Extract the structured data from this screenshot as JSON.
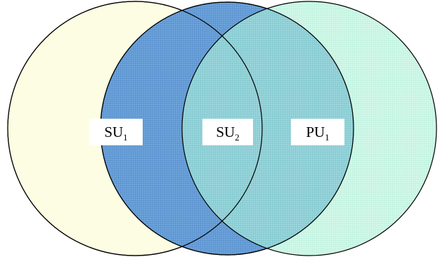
{
  "circles": [
    {
      "id": "su1",
      "fill": "#fdfde3",
      "stroke": "#000000"
    },
    {
      "id": "su2",
      "fill": "#5b9bd5",
      "stroke": "#000000"
    },
    {
      "id": "pu1",
      "fill": "#7fe6c8",
      "stroke": "#000000"
    }
  ],
  "labels": {
    "su1": {
      "main": "SU",
      "sub": "1"
    },
    "su2": {
      "main": "SU",
      "sub": "2"
    },
    "pu1": {
      "main": "PU",
      "sub": "1"
    }
  }
}
